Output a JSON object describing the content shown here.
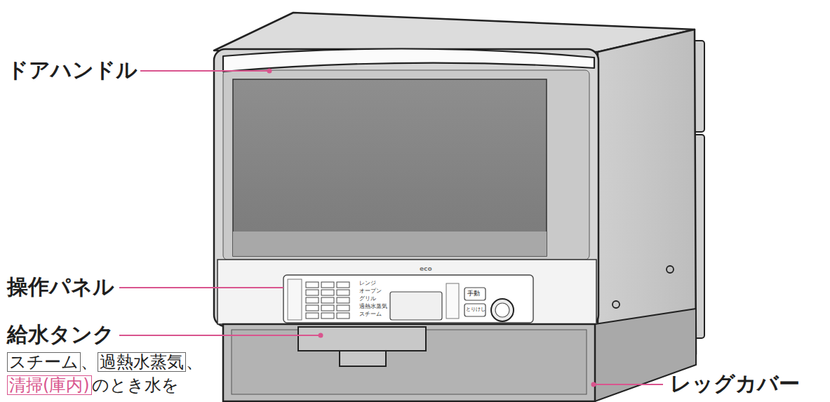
{
  "diagram": {
    "nodes": [
      {
        "text": [
          "スチーム"
        ]
      },
      {
        "text": [
          "過熱水蒸気"
        ]
      },
      {
        "text": [
          "清掃(庫内)"
        ]
      }
    ],
    "labels": [
      "ドアハンドル",
      "操作パネル",
      "給水タンク",
      "、",
      "、",
      "のとき水を",
      "レッグカバー",
      "レンジ",
      "オーブン",
      "グリル",
      "過熱水蒸気",
      "スチーム",
      "手動",
      "とりけし",
      "eco"
    ]
  }
}
